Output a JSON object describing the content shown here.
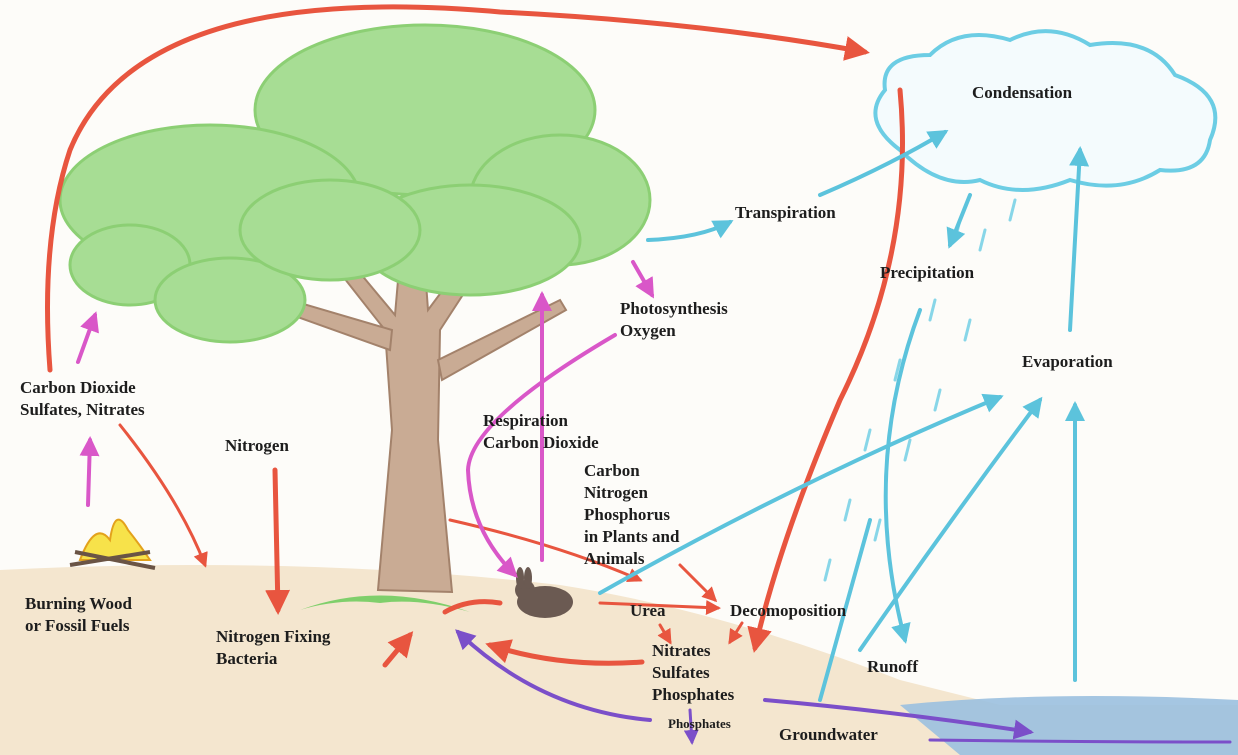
{
  "labels": {
    "condensation": "Condensation",
    "transpiration": "Transpiration",
    "precipitation": "Precipitation",
    "evaporation": "Evaporation",
    "photosynthesis": "Photosynthesis\nOxygen",
    "respiration": "Respiration\nCarbon Dioxide",
    "nutrients": "Carbon\nNitrogen\nPhosphorus\nin Plants and\nAnimals",
    "carbon_dioxide": "Carbon Dioxide\nSulfates, Nitrates",
    "nitrogen": "Nitrogen",
    "burning": "Burning Wood\nor Fossil Fuels",
    "nitrogen_fixing": "Nitrogen Fixing\nBacteria",
    "urea": "Urea",
    "decomposition": "Decomoposition",
    "nitrates_group": "Nitrates\nSulfates\nPhosphates",
    "phosphates_small": "Phosphates",
    "runoff": "Runoff",
    "groundwater": "Groundwater"
  },
  "colors": {
    "red_arrow": "#e8553f",
    "pink_arrow": "#d957c8",
    "blue_arrow": "#5cc3dc",
    "purple_arrow": "#7b4fc9",
    "foliage": "#9ed98a",
    "trunk": "#b89a85",
    "ground": "#f4e6cf",
    "water": "#9bc0df"
  }
}
